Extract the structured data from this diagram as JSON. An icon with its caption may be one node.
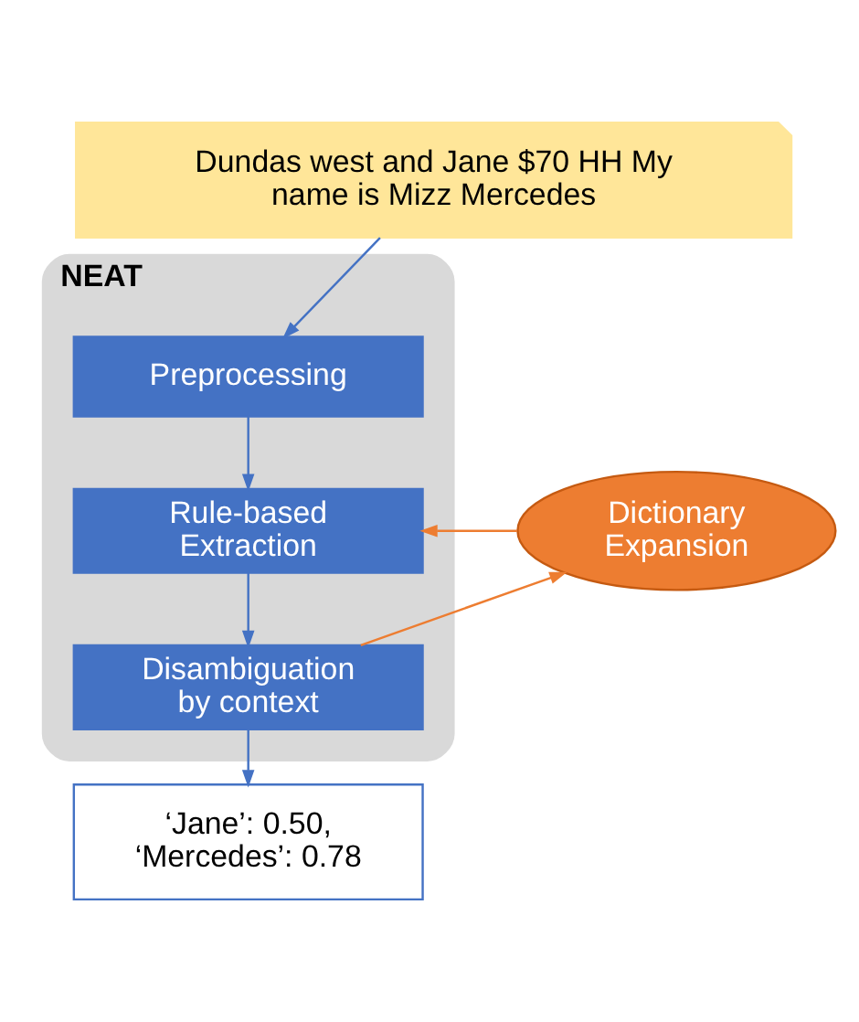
{
  "diagram": {
    "nodes": [
      {
        "text": [
          "Dundas west and Jane $70 HH My name is Mizz Mercedes"
        ]
      },
      {
        "text": [
          "NEAT"
        ]
      },
      {
        "text": [
          "Preprocessing"
        ],
        "in": 1
      },
      {
        "text": [
          "Rule-based Extraction"
        ],
        "in": 1
      },
      {
        "text": [
          "Disambiguation by context"
        ],
        "in": 1
      },
      {
        "text": [
          "Dictionary Expansion"
        ]
      },
      {
        "text": [
          "‘Jane’: 0.50, ‘Mercedes’: 0.78"
        ]
      }
    ],
    "edges": [
      {
        "from": 0,
        "to": 2,
        "arrow": "to"
      },
      {
        "from": 2,
        "to": 3,
        "arrow": "to"
      },
      {
        "from": 3,
        "to": 4,
        "arrow": "to"
      },
      {
        "from": 5,
        "to": 3,
        "arrow": "to",
        "color": "#ed7d31"
      },
      {
        "from": 4,
        "to": 5,
        "arrow": "to",
        "color": "#ed7d31"
      },
      {
        "from": 4,
        "to": 6,
        "arrow": "to"
      }
    ]
  }
}
